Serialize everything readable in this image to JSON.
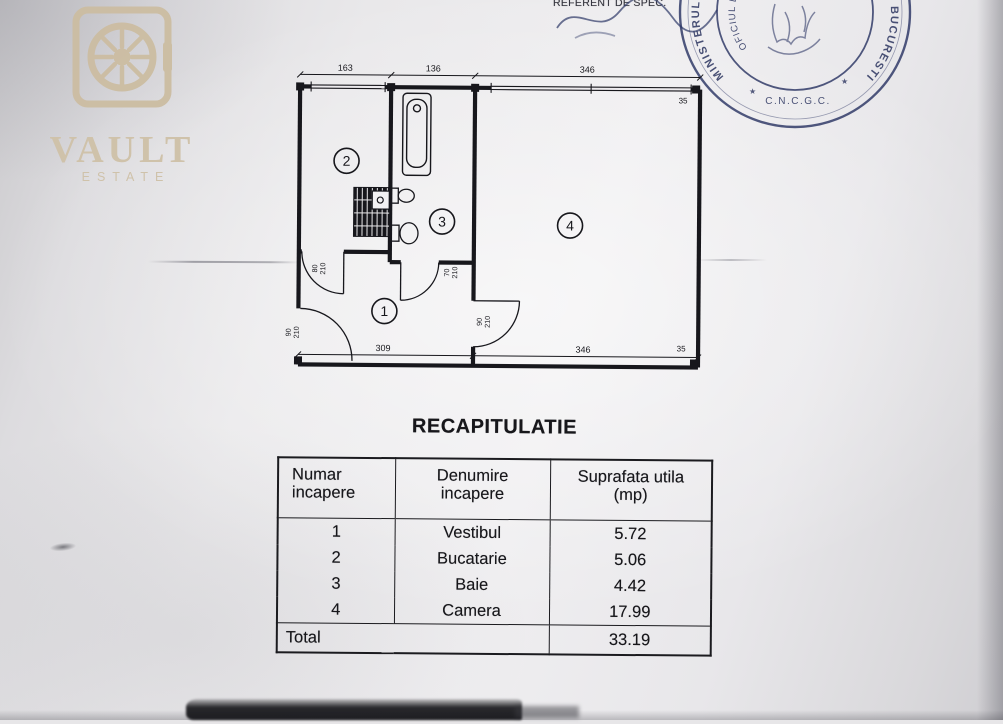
{
  "watermark": {
    "brand": "VAULT",
    "sub": "ESTATE"
  },
  "header_note": {
    "referent": "REFERENT DE SPEC."
  },
  "stamp": {
    "ministry": "MINISTERUL",
    "city": "BUCURESTI",
    "office": "OFICIUL DE CADASTRU",
    "abbr": "C.N.C.G.C.",
    "star": "★",
    "ink_color": "#2b3564"
  },
  "plan": {
    "rooms": {
      "r1": "1",
      "r2": "2",
      "r3": "3",
      "r4": "4"
    },
    "dims": {
      "top1": "163",
      "top2": "136",
      "top3": "346",
      "top_right": "35",
      "bottom1": "309",
      "bottom2": "346",
      "bottom_right": "35"
    },
    "doors": {
      "entrance": [
        "90",
        "210"
      ],
      "kitchen": [
        "80",
        "210"
      ],
      "bath": [
        "70",
        "210"
      ],
      "room4": [
        "90",
        "210"
      ]
    }
  },
  "recap": {
    "title": "RECAPITULATIE",
    "headers": [
      {
        "l1": "Numar",
        "l2": "incapere"
      },
      {
        "l1": "Denumire",
        "l2": "incapere"
      },
      {
        "l1": "Suprafata utila",
        "l2": "(mp)"
      }
    ],
    "rows": [
      {
        "nr": "1",
        "name": "Vestibul",
        "area": "5.72"
      },
      {
        "nr": "2",
        "name": "Bucatarie",
        "area": "5.06"
      },
      {
        "nr": "3",
        "name": "Baie",
        "area": "4.42"
      },
      {
        "nr": "4",
        "name": "Camera",
        "area": "17.99"
      }
    ],
    "total": {
      "label": "Total",
      "value": "33.19"
    }
  }
}
